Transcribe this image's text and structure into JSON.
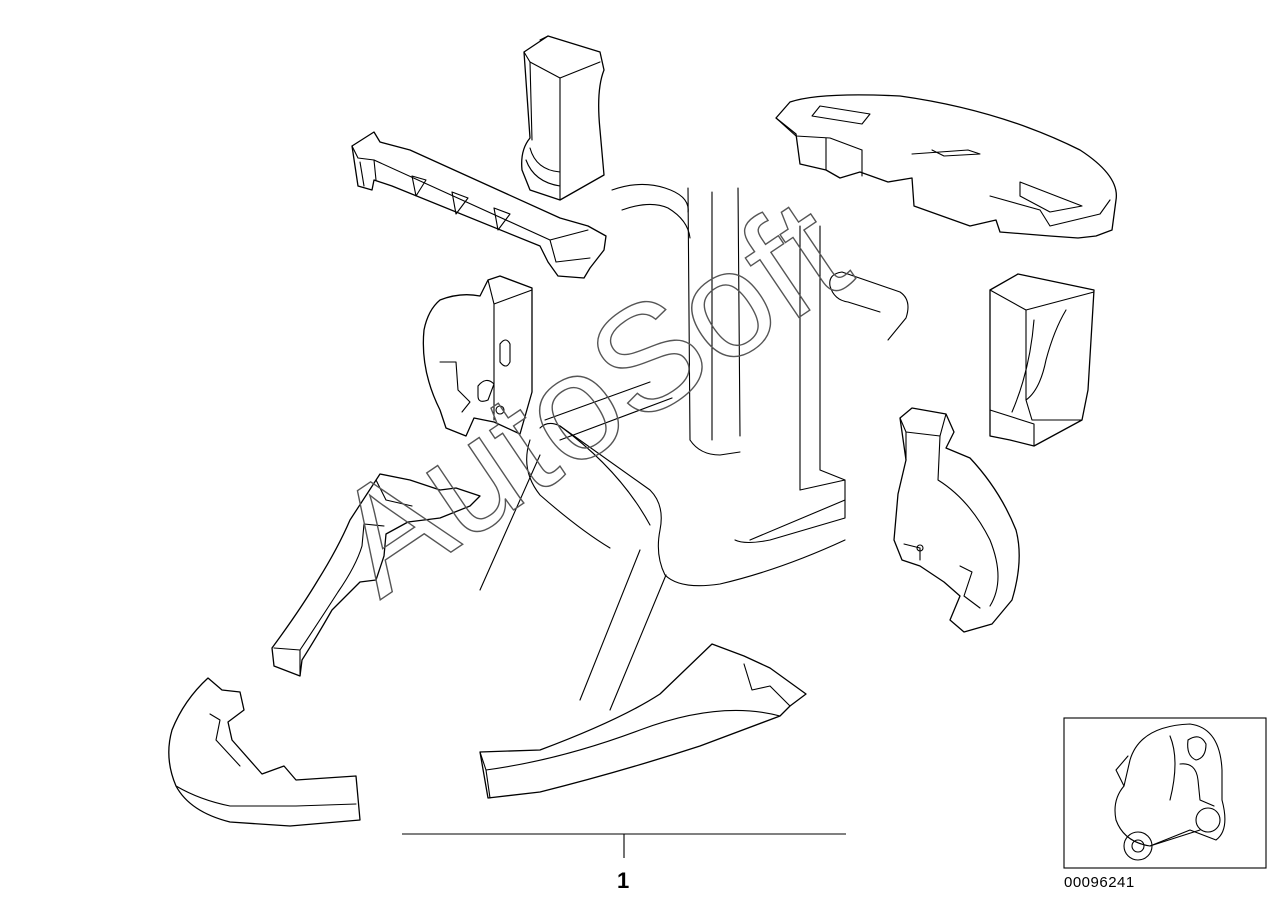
{
  "callout": {
    "number": "1"
  },
  "reference_number": "00096241",
  "watermark": "AutoSoft"
}
